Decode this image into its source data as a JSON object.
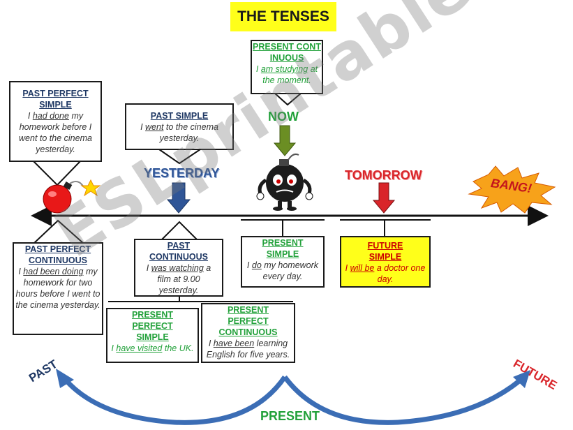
{
  "title": "THE TENSES",
  "labels": {
    "now": "NOW",
    "yesterday": "YESTERDAY",
    "tomorrow": "TOMORROW",
    "bang": "BANG!",
    "past": "PAST",
    "future": "FUTURE",
    "present": "PRESENT"
  },
  "boxes": {
    "present_continuous": {
      "title": "PRESENT CONTINUOUS",
      "pre": "I ",
      "u": "am studying",
      "post": " at the moment."
    },
    "past_perfect_simple": {
      "title": "PAST PERFECT SIMPLE",
      "pre": "I ",
      "u": "had done",
      "post": " my homework before I went to the cinema yesterday."
    },
    "past_simple": {
      "title": "PAST SIMPLE",
      "pre": "I ",
      "u": "went",
      "post": " to the cinema yesterday."
    },
    "past_perfect_continuous": {
      "title": "PAST PERFECT CONTINUOUS",
      "pre": "I ",
      "u": "had been doing",
      "post": " my homework for two hours before I went to the cinema yesterday."
    },
    "past_continuous": {
      "title": "PAST CONTINUOUS",
      "pre": "I ",
      "u": "was watching",
      "post": " a film at 9.00 yesterday."
    },
    "present_simple": {
      "title": "PRESENT SIMPLE",
      "pre": "I ",
      "u": "do",
      "post": " my homework every day."
    },
    "future_simple": {
      "title": "FUTURE SIMPLE",
      "pre": "I ",
      "u": "will be",
      "post": " a doctor one day."
    },
    "present_perfect_simple": {
      "title": "PRESENT PERFECT SIMPLE",
      "pre": "I ",
      "u": "have visited",
      "post": " the UK."
    },
    "present_perfect_continuous": {
      "title": "PRESENT PERFECT CONTINUOUS",
      "pre": "I ",
      "u": "have been",
      "post": " learning English for five years."
    }
  },
  "watermark": "ESLprintables.com",
  "colors": {
    "title_bg": "#ffff1a",
    "navy": "#1f3864",
    "green": "#22a13a",
    "red": "#cc0000",
    "future_bg": "#ffff1a",
    "arrow_blue": "#3b6db5",
    "now_arrow": "#6b8e23"
  }
}
